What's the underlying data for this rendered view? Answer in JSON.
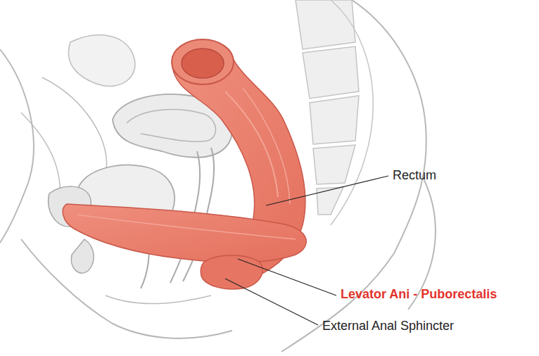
{
  "diagram": {
    "labels": [
      "Rectum",
      "Levator Ani - Puborectalis",
      "External Anal Sphincter"
    ]
  }
}
